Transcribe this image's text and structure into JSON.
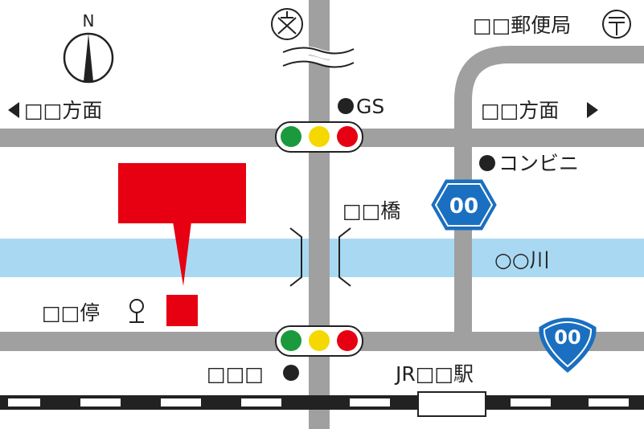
{
  "compass": {
    "north_label": "N"
  },
  "labels": {
    "west_direction": "□□方面",
    "east_direction": "□□方面",
    "post_office": "□□郵便局",
    "gas_station": "GS",
    "convenience_store": "コンビニ",
    "bridge": "□□橋",
    "river": "○○川",
    "bus_stop": "□□停",
    "landmark": "□□□",
    "station": "JR□□駅"
  },
  "routes": {
    "national_route": "00",
    "prefectural_route": "00"
  },
  "colors": {
    "road": "#a0a0a0",
    "river": "#a9d9f2",
    "marker": "#e60012",
    "route_blue": "#1a6fc0",
    "signal_green": "#1a9a3c",
    "signal_yellow": "#f5d800",
    "signal_red": "#e60012"
  }
}
